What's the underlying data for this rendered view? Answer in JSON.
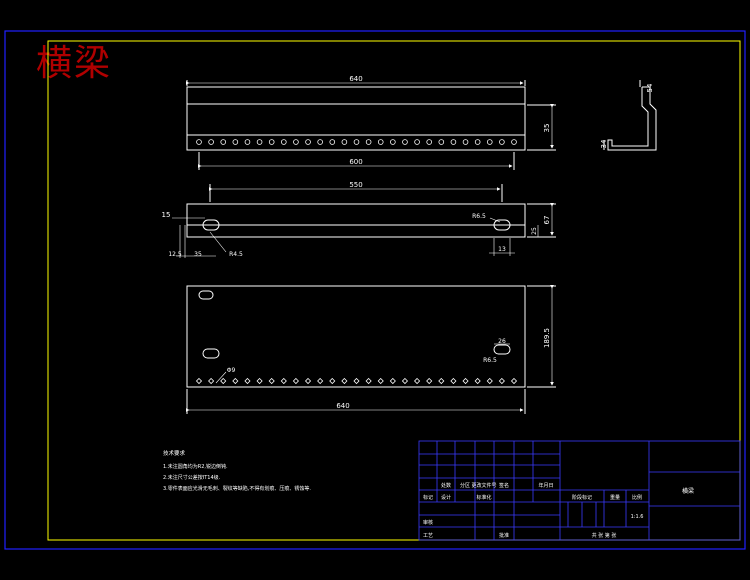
{
  "drawing_title": "横梁",
  "colors": {
    "background": "#000000",
    "outer_frame": "#2020ff",
    "inner_frame": "#ffff00",
    "part": "#ffffff",
    "dimension": "#ffffff",
    "title_block": "#3a3aff",
    "title_text": "#b00000"
  },
  "views": {
    "front": {
      "width_dim": "640",
      "height_dim": "35",
      "hole_pitch_dim": "600"
    },
    "side": {
      "top_dim": "54",
      "bottom_dim": "34"
    },
    "top": {
      "span_dim": "550",
      "left_offset_dim": "15",
      "edge_dim": "12.5",
      "gap_dim": "35",
      "radius_left": "R4.5",
      "radius_right": "R6.5",
      "height_dim": "67",
      "slot_height_dim": "25",
      "slot_width_dim": "13"
    },
    "unfold": {
      "height_dim": "189.5",
      "width_dim": "640",
      "hole_dim": "Φ9",
      "slot_dim": "26",
      "slot_radius": "R6.5"
    }
  },
  "tech_notes": {
    "heading": "技术要求",
    "lines": [
      "1.未注圆角均为R2,锐边倒钝.",
      "2.未注尺寸公差按IT14级.",
      "3.零件表面应光滑无毛刺、裂纹等缺陷,不得有划痕、压痕、锈蚀等."
    ]
  },
  "title_block": {
    "part_name": "横梁",
    "scale": "1:1.6",
    "labels": {
      "mark": "标记",
      "count": "处数",
      "zone": "分区",
      "change_doc": "更改文件号",
      "sign": "签名",
      "date": "年月日",
      "design": "设计",
      "standard": "标准化",
      "stage_mark": "阶段标记",
      "weight": "重量",
      "ratio": "比例",
      "review": "审核",
      "process": "工艺",
      "approve": "批准",
      "sheet": "共 张 第 张"
    }
  }
}
